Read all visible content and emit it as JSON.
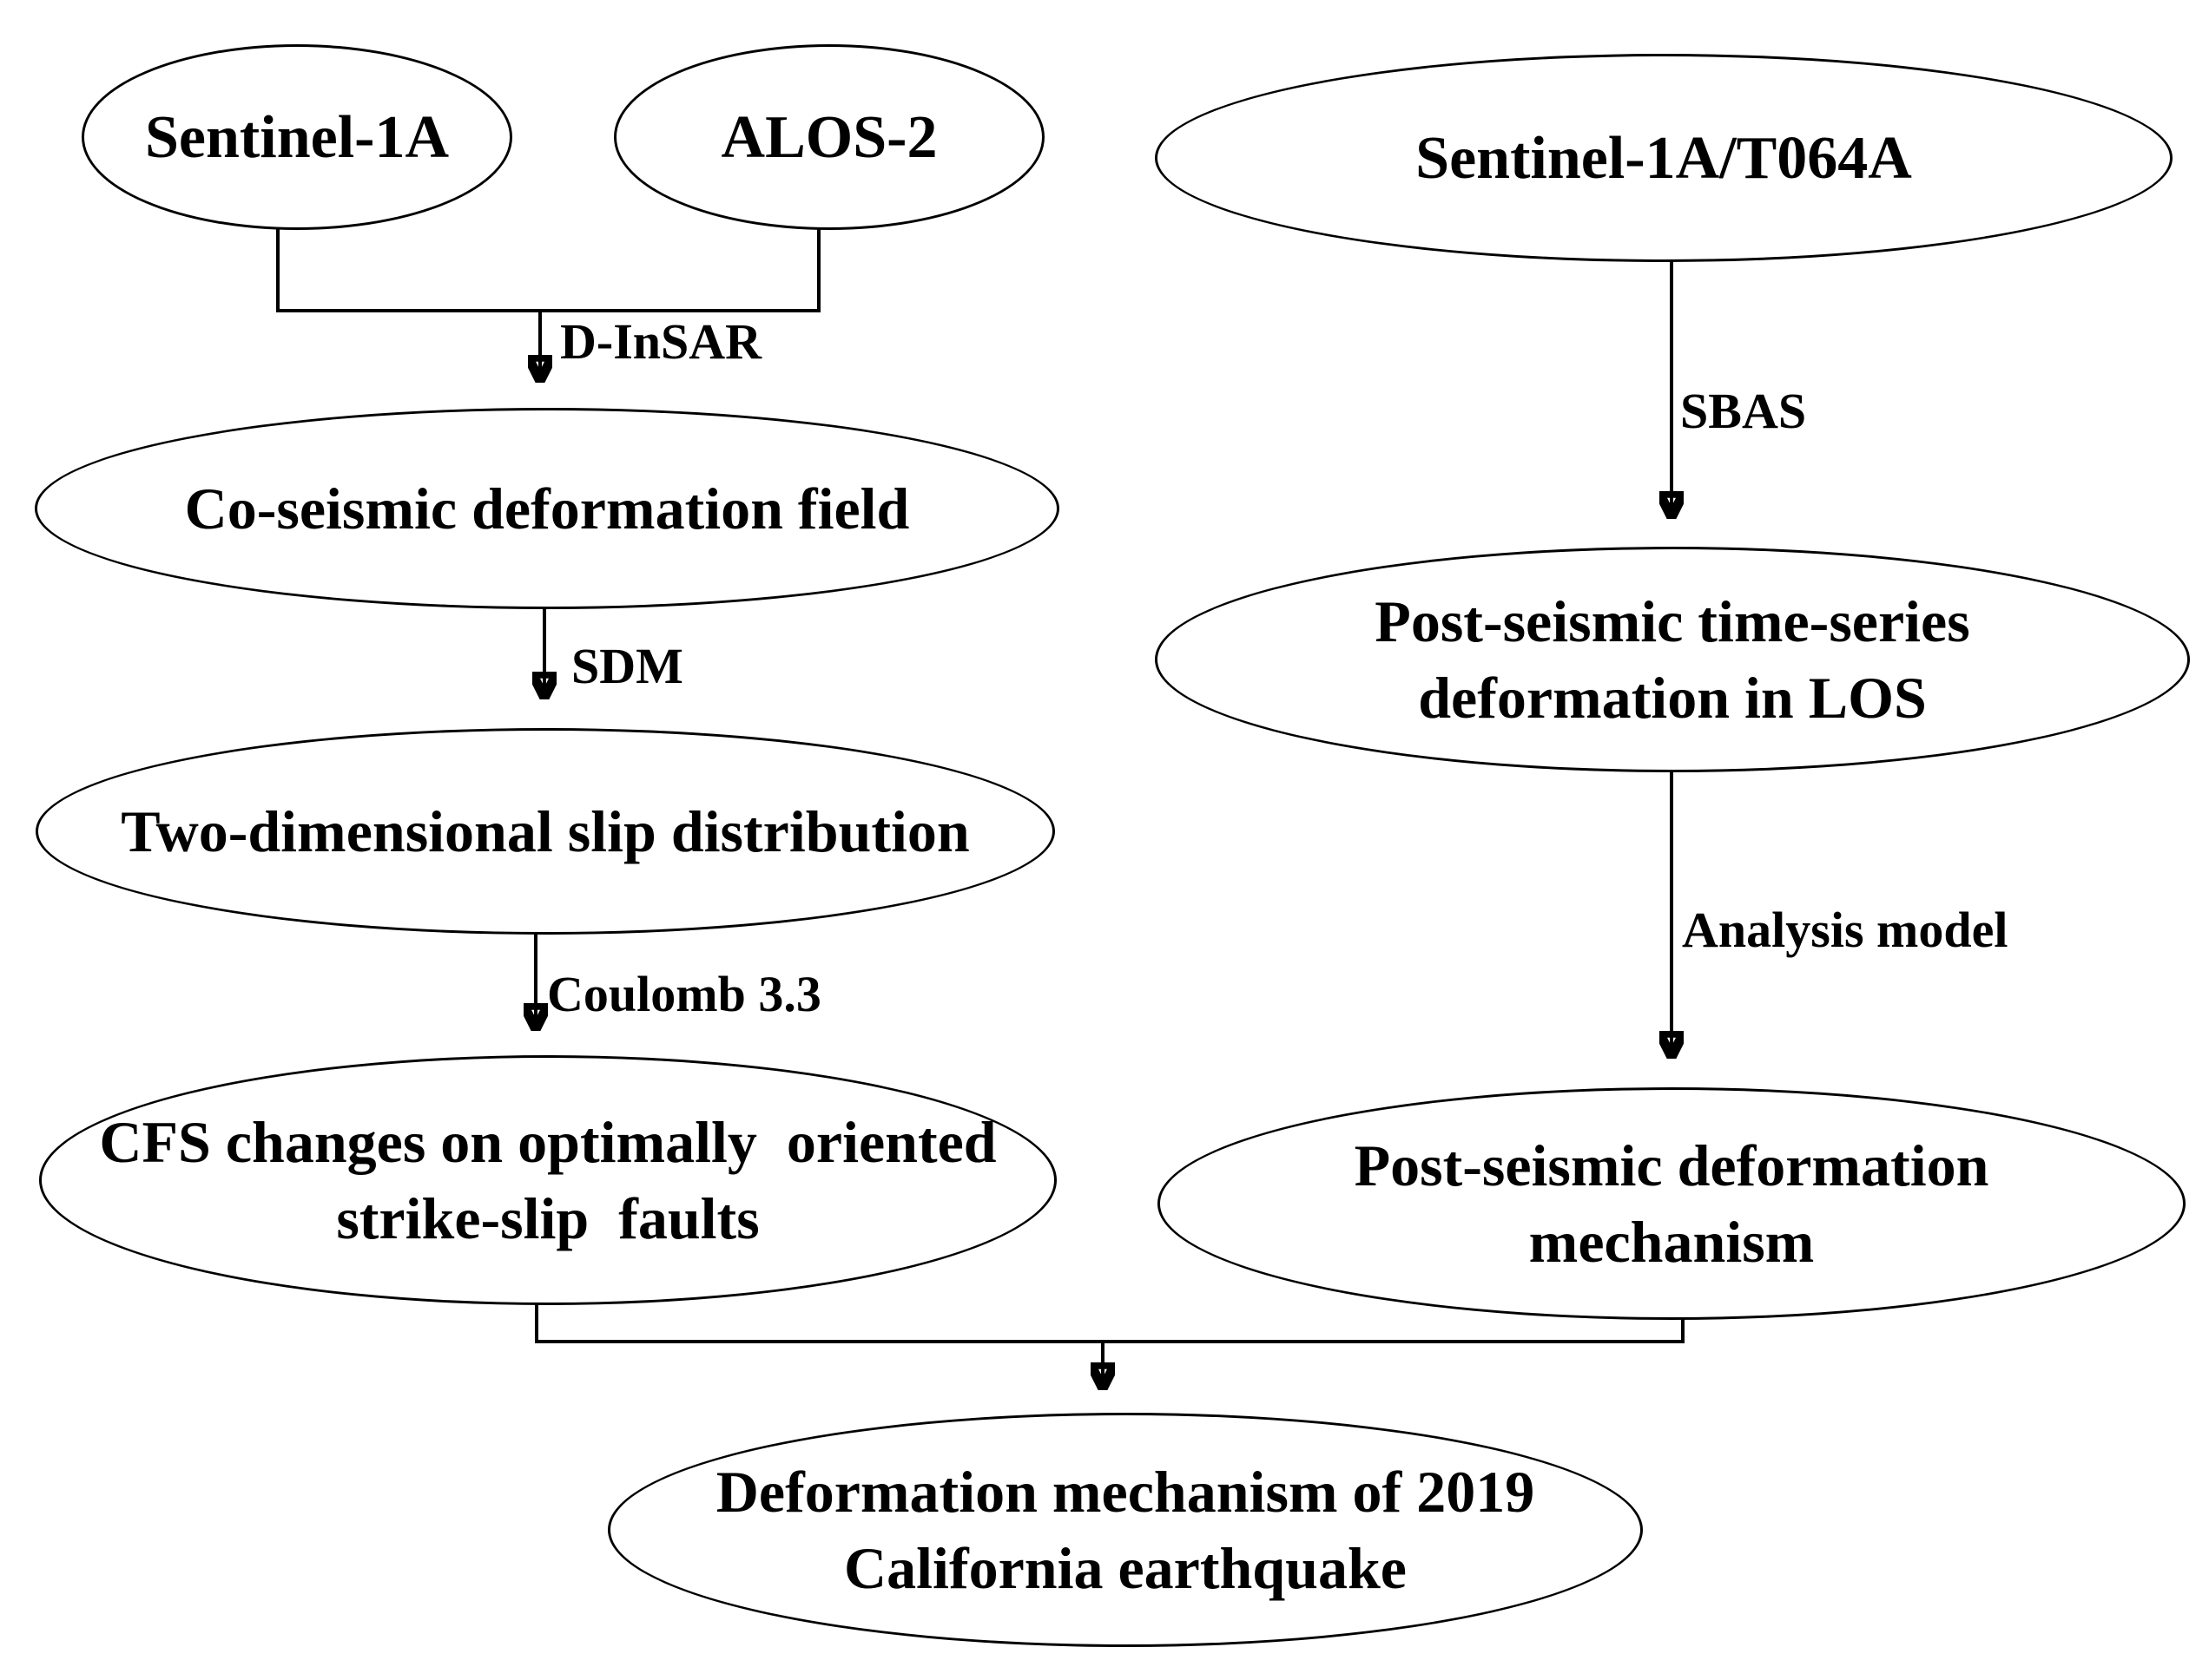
{
  "diagram": {
    "type": "flowchart",
    "colors": {
      "background": "#ffffff",
      "stroke": "#000000",
      "text": "#000000"
    },
    "nodes": {
      "sentinel_1a": {
        "label": "Sentinel-1A"
      },
      "alos_2": {
        "label": "ALOS-2"
      },
      "sentinel_1a_t064a": {
        "label": "Sentinel-1A/T064A"
      },
      "coseismic": {
        "label": "Co-seismic deformation field"
      },
      "two_dimensional": {
        "label": "Two-dimensional slip distribution"
      },
      "cfs": {
        "line1": "CFS changes on optimally  oriented",
        "line2": "strike-slip  faults"
      },
      "post_seismic_ts": {
        "line1": "Post-seismic time-series",
        "line2": "deformation in LOS"
      },
      "post_seismic_mech": {
        "line1": "Post-seismic deformation",
        "line2": "mechanism"
      },
      "final": {
        "line1": "Deformation mechanism of 2019",
        "line2": "California earthquake"
      }
    },
    "edge_labels": {
      "d_insar": "D-InSAR",
      "sdm": "SDM",
      "coulomb": "Coulomb 3.3",
      "sbas": "SBAS",
      "analysis_model": "Analysis model"
    }
  }
}
